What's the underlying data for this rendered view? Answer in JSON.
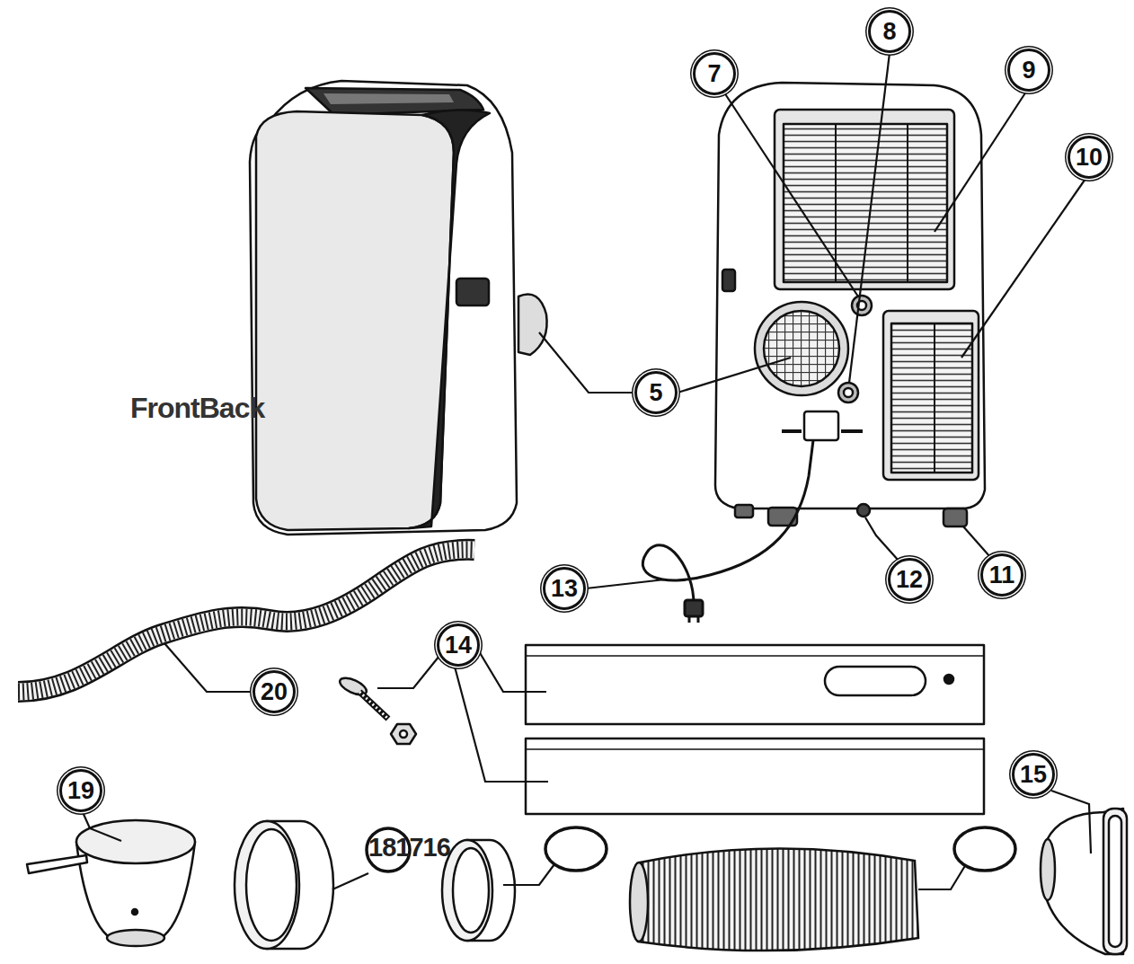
{
  "diagram": {
    "nodes": [
      {
        "text": [
          "8"
        ]
      },
      {
        "text": [
          "7"
        ]
      },
      {
        "text": [
          "9"
        ]
      },
      {
        "text": [
          "10"
        ]
      },
      {
        "text": [
          "5"
        ]
      },
      {
        "text": [
          "13"
        ]
      },
      {
        "text": [
          "12"
        ]
      },
      {
        "text": [
          "11"
        ]
      },
      {
        "text": [
          "20"
        ]
      },
      {
        "text": [
          "14"
        ]
      },
      {
        "text": [
          "19"
        ]
      },
      {
        "text": [
          "15"
        ]
      }
    ],
    "labels": [
      "FrontBack",
      "181716"
    ]
  }
}
